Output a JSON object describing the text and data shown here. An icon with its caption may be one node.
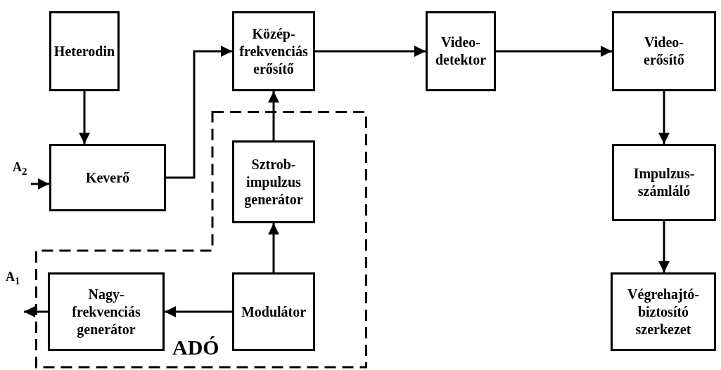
{
  "diagram": {
    "nodes": [
      {
        "text": [
          "Heterodin"
        ]
      },
      {
        "text": [
          "Közép-frekvenciás erősítő"
        ]
      },
      {
        "text": [
          "Video-detektor"
        ]
      },
      {
        "text": [
          "Video-erősítő"
        ]
      },
      {
        "text": [
          "A$_{2}$"
        ]
      },
      {
        "text": [
          "Keverő"
        ]
      },
      {
        "text": [
          "ADÓ"
        ]
      },
      {
        "text": [
          "Sztrob-impulzus generátor"
        ],
        "in": 6
      },
      {
        "text": [
          "A$_{1}$"
        ]
      },
      {
        "text": [
          "Impulzus-számláló"
        ]
      },
      {
        "text": [
          "Nagy-frekvenciás generátor"
        ],
        "in": 6
      },
      {
        "text": [
          "Modulátor"
        ],
        "in": 6
      },
      {
        "text": [
          "Végrehajtó-biztosító szerkezet"
        ]
      }
    ],
    "edges": [
      {
        "from": 0,
        "to": 5,
        "arrow": "to"
      },
      {
        "from": 5,
        "to": 1,
        "arrow": "to"
      },
      {
        "from": 1,
        "to": 2,
        "arrow": "to"
      },
      {
        "from": 2,
        "to": 3,
        "arrow": "to"
      },
      {
        "from": 3,
        "to": 9,
        "arrow": "to"
      },
      {
        "from": 9,
        "to": 12,
        "arrow": "to"
      },
      {
        "from": 4,
        "to": 5,
        "arrow": "to"
      },
      {
        "from": 7,
        "to": 1,
        "arrow": "to"
      },
      {
        "from": 11,
        "to": 7,
        "arrow": "to"
      },
      {
        "from": 11,
        "to": 10,
        "arrow": "to"
      },
      {
        "from": 10,
        "to": 8,
        "arrow": "to"
      }
    ]
  }
}
